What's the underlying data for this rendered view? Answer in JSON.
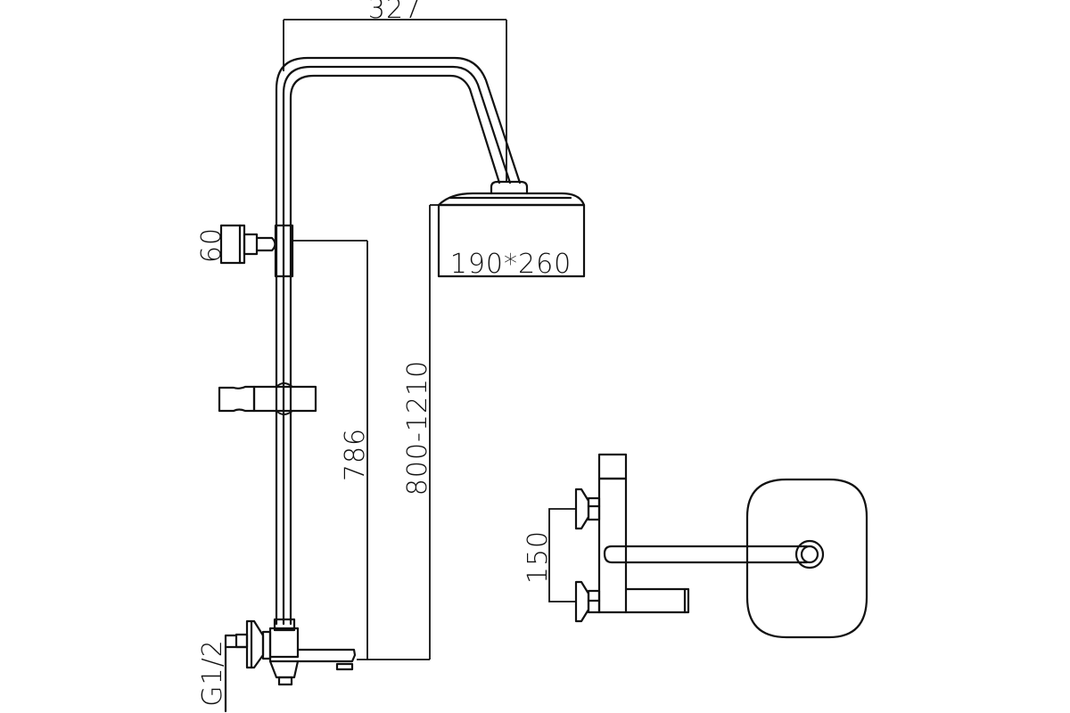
{
  "drawing": {
    "title": "Shower system technical drawing",
    "dimensions": {
      "overhead_arm_width": "327",
      "shower_head_size": "190*260",
      "holder_dimension": "60",
      "column_height": "786",
      "height_range": "800-1210",
      "inlet_spacing": "150",
      "inlet_thread": "G1/2"
    },
    "colors": {
      "line": "#111111",
      "background": "#ffffff"
    }
  }
}
